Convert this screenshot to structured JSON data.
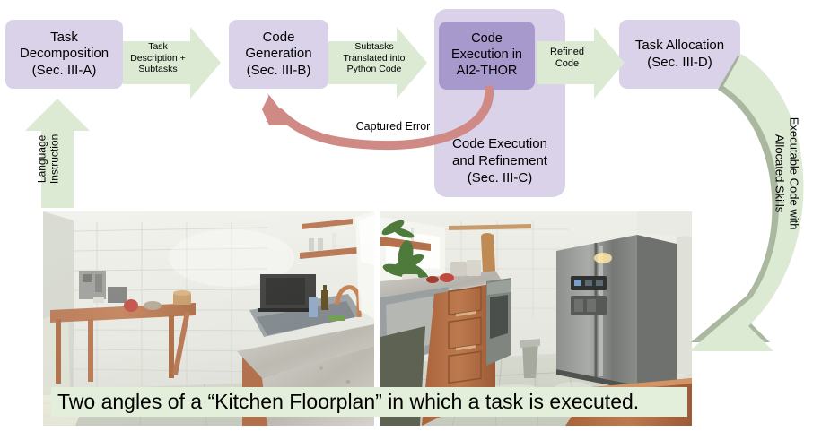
{
  "diagram": {
    "title": "System pipeline with AI2-THOR kitchen floorplan",
    "colors": {
      "box_fill": "#d9d2e9",
      "box_inner_fill": "#a899cd",
      "arrow_green": "#dce9d3",
      "arrow_dark_green": "#9aab8e",
      "arrow_red": "#d98b86",
      "caption_band": "#e3efda"
    },
    "nodes": [
      {
        "id": "task-decomposition",
        "text": "Task\nDecomposition\n(Sec. III-A)"
      },
      {
        "id": "code-generation",
        "text": "Code\nGeneration\n(Sec. III-B)"
      },
      {
        "id": "code-execution-ai2thor",
        "text": "Code\nExecution in\nAI2-THOR"
      },
      {
        "id": "code-execution-refinement",
        "text": "Code Execution\nand Refinement\n(Sec. III-C)"
      },
      {
        "id": "task-allocation",
        "text": "Task Allocation\n(Sec. III-D)"
      }
    ],
    "edges": [
      {
        "id": "language-instruction",
        "label": "Language\nInstruction",
        "kind": "green-arrow-up"
      },
      {
        "id": "task-description-subtasks",
        "label": "Task\nDescription +\nSubtasks",
        "kind": "green-arrow-right"
      },
      {
        "id": "subtasks-python-code",
        "label": "Subtasks\nTranslated into\nPython Code",
        "kind": "green-arrow-right"
      },
      {
        "id": "refined-code",
        "label": "Refined\nCode",
        "kind": "green-arrow-right"
      },
      {
        "id": "captured-error",
        "label": "Captured Error",
        "kind": "red-curved-arrow"
      },
      {
        "id": "executable-code-allocated-skills",
        "label": "Executable Code with\nAllocated Skills",
        "kind": "dark-green-curved-arrow"
      }
    ]
  },
  "figure": {
    "caption": "Two angles of a “Kitchen Floorplan” in which a task is executed.",
    "photos": [
      {
        "id": "kitchen-view-left",
        "alt": "Kitchen floorplan view one: wooden table with apple and bowl, white subway tile wall, counter with microwave and sink"
      },
      {
        "id": "kitchen-view-right",
        "alt": "Kitchen floorplan view two: cabinets, potted plants, stainless steel refrigerator, tiled floor, wooden table edge"
      }
    ]
  }
}
